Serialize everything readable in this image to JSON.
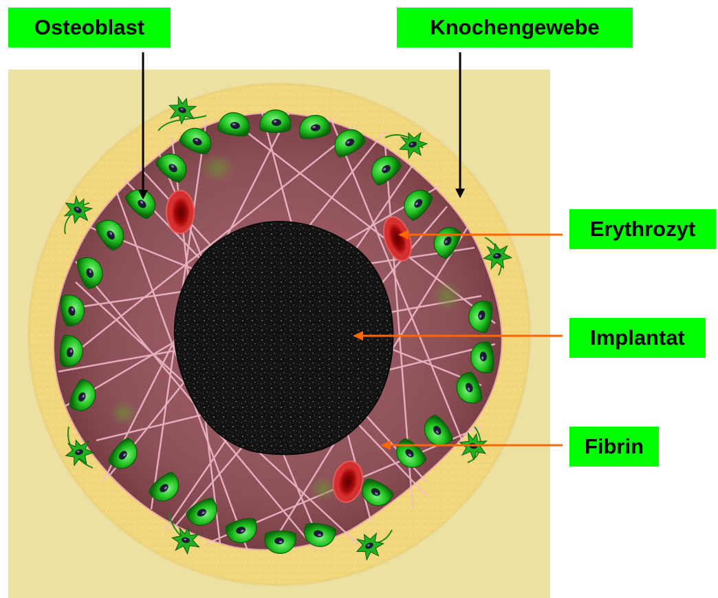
{
  "labels": {
    "osteoblast": "Osteoblast",
    "knochengewebe": "Knochengewebe",
    "erythrozyt": "Erythrozyt",
    "implantat": "Implantat",
    "fibrin": "Fibrin"
  },
  "colors": {
    "label_background": "#00ff00",
    "bone_background": "#ede0a3",
    "bone_ring": "#f3d77a",
    "tissue": "#8a4b52",
    "implant": "#141414",
    "fibrin": "#f2c0cc",
    "cell": "#1fb81f",
    "erythrocyte": "#b00a0a",
    "pointer_black": "#000000",
    "pointer_orange": "#ff6600"
  }
}
